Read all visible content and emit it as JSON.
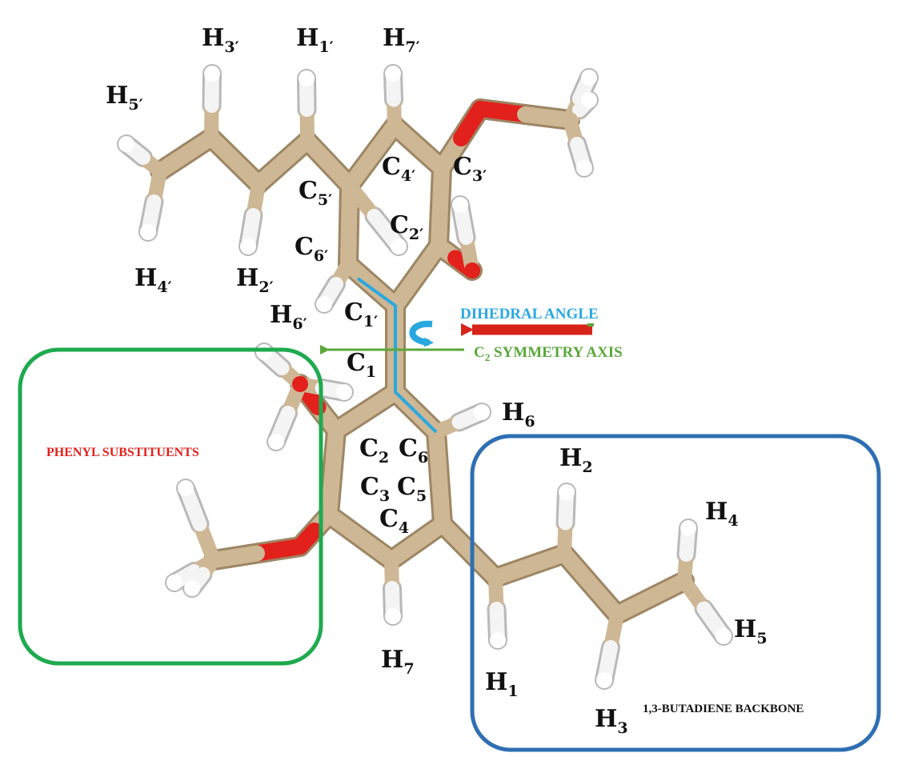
{
  "colors": {
    "carbon": "#cdb795",
    "carbon_dark": "#9d8664",
    "hydrogen": "#f4f4f4",
    "hydrogen_dark": "#b8b8b8",
    "oxygen": "#e2201c",
    "oxygen_dark": "#9e1310",
    "green_box": "#1eaa4e",
    "blue_box": "#2e6fb2",
    "dihedral": "#29a8e0",
    "symmetry_axis": "#5aa83a",
    "phenyl_text": "#e2201c",
    "backbone_text": "#111111"
  },
  "annotations": {
    "dihedral_angle": "DIHEDRAL ANGLE",
    "symmetry_axis": "C2 SYMMETRY AXIS",
    "phenyl_substituents": "PHENYL SUBSTITUENTS",
    "butadiene_backbone": "1,3-BUTADIENE BACKBONE"
  },
  "atom_labels": [
    {
      "id": "h3p",
      "base": "H",
      "sub": "3′"
    },
    {
      "id": "h1p",
      "base": "H",
      "sub": "1′"
    },
    {
      "id": "h7p",
      "base": "H",
      "sub": "7′"
    },
    {
      "id": "h5p",
      "base": "H",
      "sub": "5′"
    },
    {
      "id": "c4p",
      "base": "C",
      "sub": "4′"
    },
    {
      "id": "c3p",
      "base": "C",
      "sub": "3′"
    },
    {
      "id": "c5p",
      "base": "C",
      "sub": "5′"
    },
    {
      "id": "c2p",
      "base": "C",
      "sub": "2′"
    },
    {
      "id": "c6p",
      "base": "C",
      "sub": "6′"
    },
    {
      "id": "h4p",
      "base": "H",
      "sub": "4′"
    },
    {
      "id": "h2p",
      "base": "H",
      "sub": "2′"
    },
    {
      "id": "h6p",
      "base": "H",
      "sub": "6′"
    },
    {
      "id": "c1p",
      "base": "C",
      "sub": "1′"
    },
    {
      "id": "c1",
      "base": "C",
      "sub": "1"
    },
    {
      "id": "h6",
      "base": "H",
      "sub": "6"
    },
    {
      "id": "c2",
      "base": "C",
      "sub": "2"
    },
    {
      "id": "c6",
      "base": "C",
      "sub": "6"
    },
    {
      "id": "c3",
      "base": "C",
      "sub": "3"
    },
    {
      "id": "c5",
      "base": "C",
      "sub": "5"
    },
    {
      "id": "c4",
      "base": "C",
      "sub": "4"
    },
    {
      "id": "h2",
      "base": "H",
      "sub": "2"
    },
    {
      "id": "h4",
      "base": "H",
      "sub": "4"
    },
    {
      "id": "h5",
      "base": "H",
      "sub": "5"
    },
    {
      "id": "h7",
      "base": "H",
      "sub": "7"
    },
    {
      "id": "h1",
      "base": "H",
      "sub": "1"
    },
    {
      "id": "h3",
      "base": "H",
      "sub": "3"
    }
  ]
}
